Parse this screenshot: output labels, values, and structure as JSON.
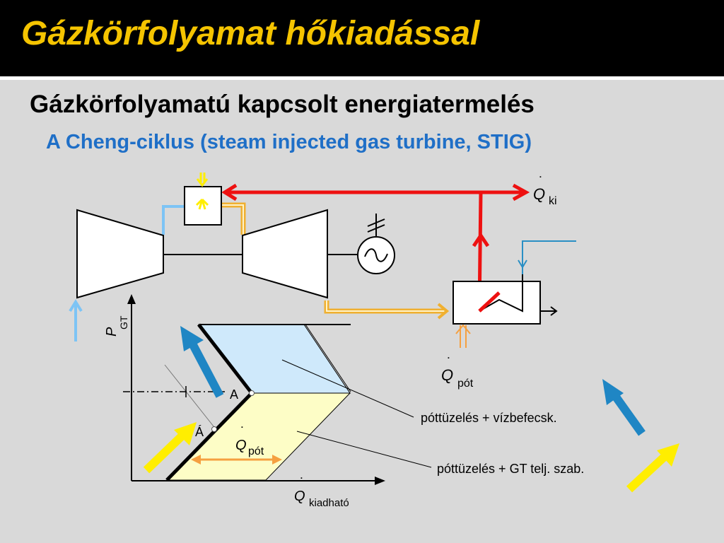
{
  "title": "Gázkörfolyamat hőkiadással",
  "heading": "Gázkörfolyamatú kapcsolt energiatermelés",
  "subheading": "A Cheng-ciklus (steam injected gas turbine, STIG)",
  "labels": {
    "q_symbol": "Q",
    "q_dot": "˙",
    "q_ki_sub": "ki",
    "q_pot_sub": "pót",
    "p_symbol": "P",
    "p_sub": "GT",
    "x_axis_sub": "kiadható",
    "point_a": "A",
    "point_a_accent": "Á",
    "annotation_1": "póttüzelés + vízbefecsk.",
    "annotation_2": "póttüzelés + GT telj. szab."
  },
  "colors": {
    "title": "#f5c400",
    "subheading": "#1f6fc7",
    "heat_line": "#ee1111",
    "flue_gas": "#f0b030",
    "air_inlet": "#7dc4f5",
    "water": "#2a8fc4",
    "blue_region": "#cfe9fb",
    "yellow_region": "#fdfdc6",
    "orange_arrow": "#f5a040",
    "big_blue_arrow": "#1f86c4",
    "big_yellow_arrow": "#ffee00"
  },
  "icons": [
    "compressor-icon",
    "combustor-icon",
    "turbine-icon",
    "generator-icon",
    "heat-recovery-boiler-icon"
  ]
}
